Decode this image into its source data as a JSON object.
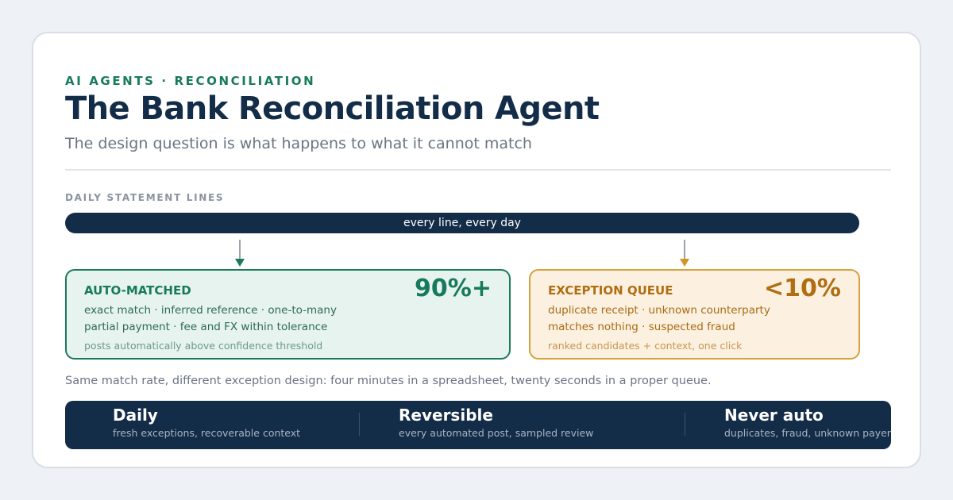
{
  "header": {
    "eyebrow": "AI AGENTS · RECONCILIATION",
    "title": "The Bank Reconciliation Agent",
    "subtitle": "The design question is what happens to what it cannot match"
  },
  "flow": {
    "section_label": "DAILY STATEMENT LINES",
    "bar_label": "every line, every day"
  },
  "auto_matched": {
    "heading": "AUTO-MATCHED",
    "value": "90%+",
    "line1": "exact match · inferred reference · one-to-many",
    "line2": "partial payment · fee and FX within tolerance",
    "note": "posts automatically above confidence threshold",
    "color": "#177a5c"
  },
  "exception_queue": {
    "heading": "EXCEPTION QUEUE",
    "value": "<10%",
    "line1": "duplicate receipt · unknown counterparty",
    "line2": "matches nothing · suspected fraud",
    "note": "ranked candidates + context, one click",
    "color": "#b06d12"
  },
  "caption": "Same match rate, different exception design: four minutes in a spreadsheet, twenty seconds in a proper queue.",
  "principles": [
    {
      "title": "Daily",
      "subtitle": "fresh exceptions, recoverable context"
    },
    {
      "title": "Reversible",
      "subtitle": "every automated post, sampled review"
    },
    {
      "title": "Never auto",
      "subtitle": "duplicates, fraud, unknown payer"
    }
  ],
  "colors": {
    "navy": "#132c48",
    "green": "#177a5c",
    "amber": "#d4951f",
    "background": "#eef1f5"
  }
}
